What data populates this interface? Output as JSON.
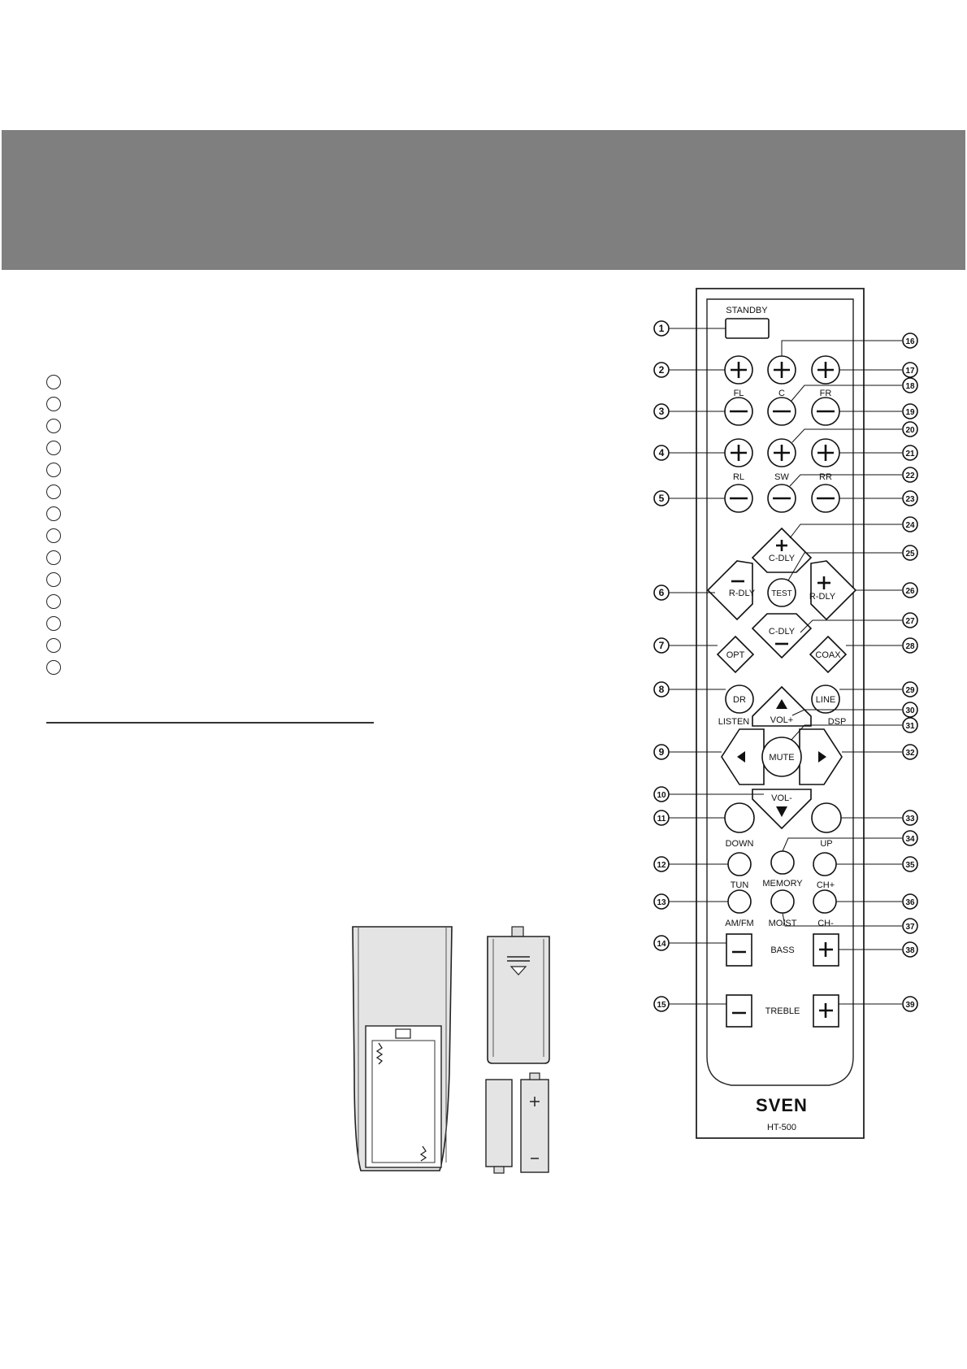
{
  "remote": {
    "brand": "SVEN",
    "model": "HT-500",
    "labels": {
      "standby": "STANDBY",
      "fl": "FL",
      "c": "C",
      "fr": "FR",
      "rl": "RL",
      "sw": "SW",
      "rr": "RR",
      "c_dly_up": "C-DLY",
      "c_dly_down": "C-DLY",
      "r_dly_left": "R-DLY",
      "r_dly_right": "R-DLY",
      "test": "TEST",
      "opt": "OPT",
      "coax": "COAX",
      "dr": "DR",
      "line": "LINE",
      "listen": "LISTEN",
      "dsp": "DSP",
      "vol_up": "VOL+",
      "vol_down": "VOL-",
      "mute": "MUTE",
      "down": "DOWN",
      "up": "UP",
      "tun": "TUN",
      "memory": "MEMORY",
      "ch_up": "CH+",
      "am_fm": "AM/FM",
      "mo_st": "MO/ST",
      "ch_down": "CH-",
      "bass": "BASS",
      "treble": "TREBLE"
    },
    "callouts": [
      "1",
      "2",
      "3",
      "4",
      "5",
      "6",
      "7",
      "8",
      "9",
      "10",
      "11",
      "12",
      "13",
      "14",
      "15",
      "16",
      "17",
      "18",
      "19",
      "20",
      "21",
      "22",
      "23",
      "24",
      "25",
      "26",
      "27",
      "28",
      "29",
      "30",
      "31",
      "32",
      "33",
      "34",
      "35",
      "36",
      "37",
      "38",
      "39"
    ]
  },
  "battery": {
    "plus": "+",
    "minus": "–"
  }
}
